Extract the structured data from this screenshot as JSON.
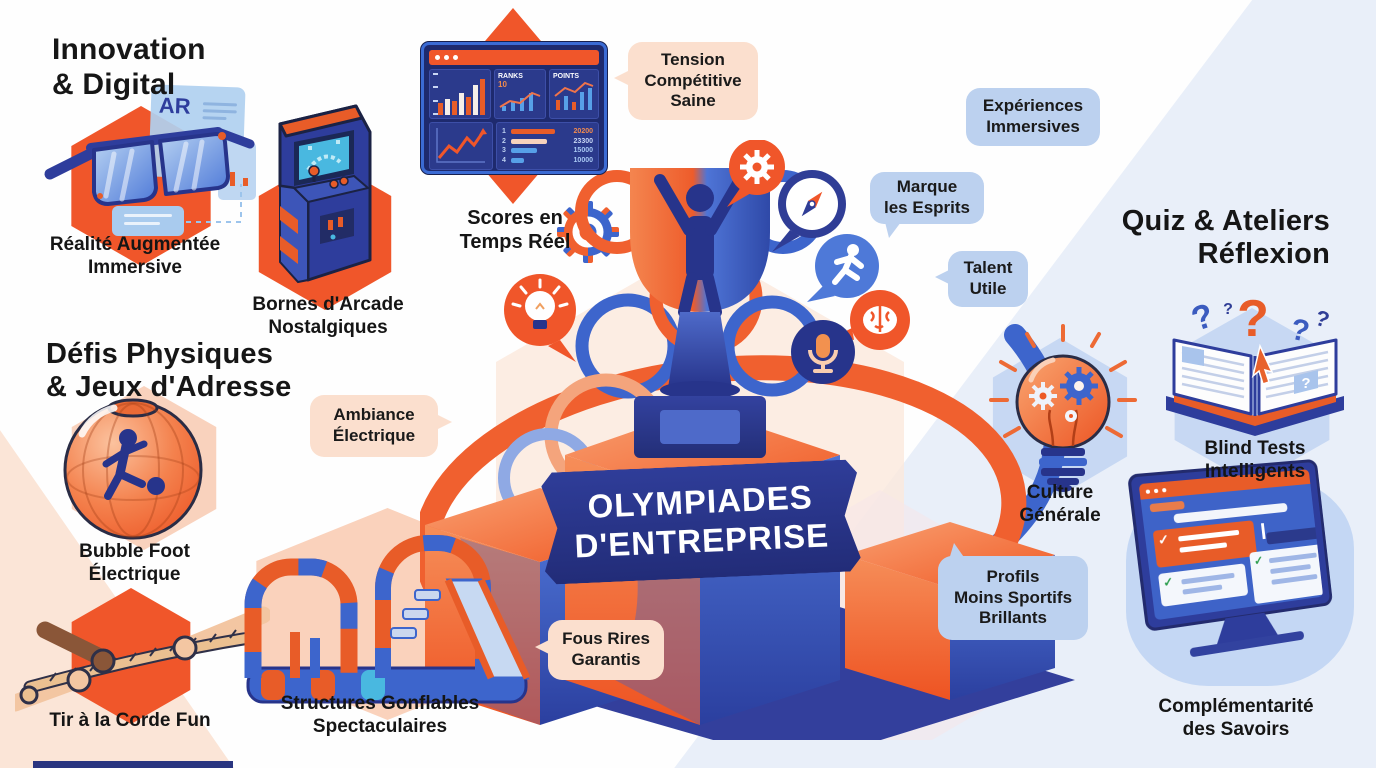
{
  "palette": {
    "orange": "#F0562A",
    "navy": "#27348B",
    "blue": "#3D65CC",
    "bubble_peach": "#FBDFCE",
    "bubble_blue": "#BCD1EF",
    "bg_peach": "#FBE5D7",
    "bg_blue": "#E9EFF9"
  },
  "headings": {
    "innovation": "Innovation\n& Digital",
    "defis": "Défis Physiques\n& Jeux d'Adresse",
    "quiz": "Quiz & Ateliers\nRéflexion"
  },
  "labels": {
    "ar": "Réalité Augmentée\nImmersive",
    "arcade": "Bornes d'Arcade\nNostalgiques",
    "scores": "Scores en\nTemps Réel",
    "bubble_foot": "Bubble Foot\nÉlectrique",
    "tug": "Tir à la Corde Fun",
    "inflatable": "Structures Gonflables\nSpectaculaires",
    "culture": "Culture\nGénérale",
    "blind_tests": "Blind Tests\nIntelligents",
    "monitor": "Complémentarité\ndes Savoirs"
  },
  "bubbles": {
    "tension": "Tension\nCompétitive\nSaine",
    "experiences": "Expériences\nImmersives",
    "marque": "Marque\nles Esprits",
    "talent": "Talent\nUtile",
    "ambiance": "Ambiance\nÉlectrique",
    "fous_rires": "Fous Rires\nGarantis",
    "profils": "Profils\nMoins Sportifs\nBrillants"
  },
  "banner": {
    "text": "OLYMPIADES\nD'ENTREPRISE"
  },
  "chip": {
    "ar": "AR"
  },
  "scoreboard": {
    "ranks_label": "RANKS",
    "ranks_value": "10",
    "points_label": "POINTS",
    "rows": [
      {
        "rank": "1",
        "points": "20200"
      },
      {
        "rank": "2",
        "points": "23300"
      },
      {
        "rank": "3",
        "points": "15000"
      },
      {
        "rank": "4",
        "points": "10000"
      }
    ]
  },
  "icons": {
    "check": "✓",
    "question": "?"
  }
}
